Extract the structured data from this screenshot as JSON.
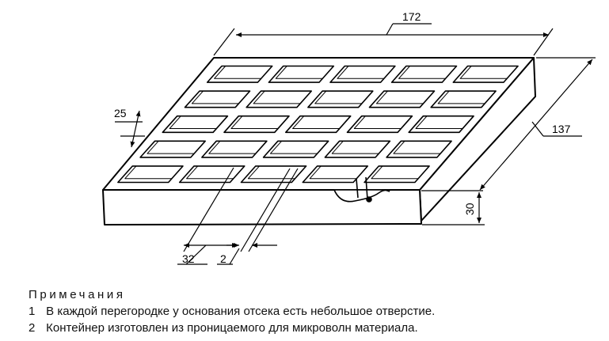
{
  "dimensions": {
    "length": "172",
    "width": "137",
    "height": "30",
    "cell": "25",
    "pitch": "32",
    "wall": "2"
  },
  "notes": {
    "title": "Примечания",
    "items": [
      {
        "number": "1",
        "text": "В каждой перегородке у основания отсека есть небольшое отверстие."
      },
      {
        "number": "2",
        "text": "Контейнер изготовлен из проницаемого для микроволн материала."
      }
    ]
  },
  "colors": {
    "line": "#000000",
    "background": "#ffffff"
  }
}
